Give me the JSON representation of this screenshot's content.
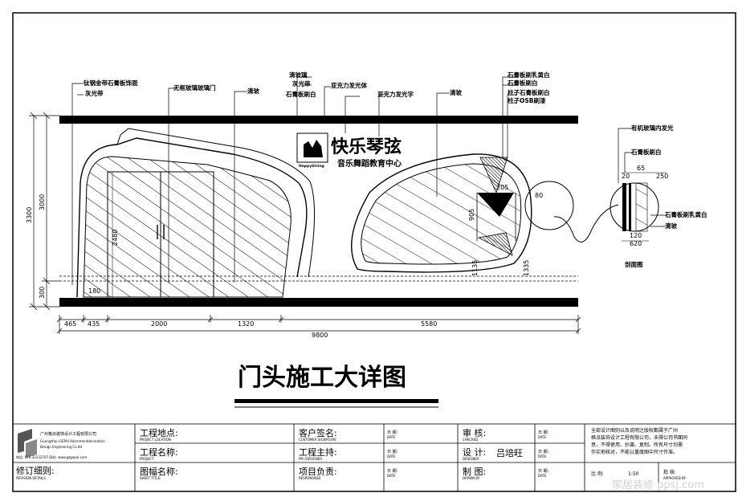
{
  "drawing": {
    "title": "门头施工大详图",
    "sign": {
      "brand": "快乐琴弦",
      "subtitle": "音乐舞蹈教育中心",
      "english": "HappyString"
    },
    "callouts": {
      "c1": "钛钢金带石膏板饰面",
      "c2": "灰光带",
      "c3": "无框玻璃玻璃门",
      "c4": "清玻",
      "c5": "清玻璃",
      "c6": "灰光带",
      "c7": "石膏板刷白",
      "c8": "亚克力发光体",
      "c9": "亚克力发光字",
      "c10": "清玻",
      "c11": "石膏板刷乳黄白",
      "c12": "石膏板刷白",
      "c13": "柱子石膏板刷白",
      "c14": "柱子OSB刷漆",
      "c15": "有机玻璃内发光",
      "c16": "石膏板刷白",
      "c17": "石膏板刷乳黄白",
      "c18": "清玻"
    },
    "dims": {
      "h_total": "3300",
      "h_upper": "3000",
      "h_lower": "300",
      "d_465": "465",
      "d_435": "435",
      "d_2000": "2000",
      "d_1320": "1320",
      "d_5580": "5580",
      "d_9800": "9800",
      "d_2480": "2480",
      "d_180": "180",
      "d_905": "905",
      "d_205": "205",
      "d_80": "80",
      "d_1135": "1135",
      "d_1335": "1335",
      "s_65": "65",
      "s_20": "20",
      "s_250": "250",
      "s_120": "120",
      "s_620": "620"
    },
    "section_label": "剖面图"
  },
  "title_block": {
    "company_cn": "广州格派装饰设计工程有限公司",
    "company_en1": "Guangzhou GEPAI Adornmentdecoration",
    "company_en2": "Design Engineering Co.ltd",
    "contact": "电话: 020-32122707  网站: www.gzgepai.com",
    "revision_label": "修订细则:",
    "revision_en": "REVISION DETAILS",
    "location_label": "工程地点:",
    "location_en": "PROJECT   LOCATION",
    "name_label": "工程名称:",
    "name_en": "PROJECT:",
    "sheet_label": "图幅名称:",
    "sheet_en": "SHEET TITLE:",
    "customer_label": "客户签名:",
    "customer_en": "CUSTOMER SIGNATURE",
    "host_label": "工程主持:",
    "host_en": "PM./DESIGNER",
    "resp_label": "项目负责:",
    "resp_en": "RESPONSIBLE",
    "date_label": "日  期:",
    "date_en": "DATE",
    "review_label": "审  核:",
    "review_en": "CHECKED",
    "design_label": "设  计:",
    "design_en": "DESIGNER",
    "designer": "吕培旺",
    "draw_label": "制  图:",
    "draw_en": "DRAWN BY",
    "note1": "全部设计图则以及说明之版权都属于广州",
    "note2": "格派装饰设计工程有限公司，未得公司书面同",
    "note3": "意，不得使用、抄袭、复制。所有尺寸均需",
    "note4": "作实地核对，不能以量度图中尺寸作准。",
    "scale_label": "比  例:",
    "scale_value": "1:50",
    "approve_label": "批  核:",
    "approve_en": "APPROVED BY"
  },
  "watermark": "家居装修 ppsj.com"
}
